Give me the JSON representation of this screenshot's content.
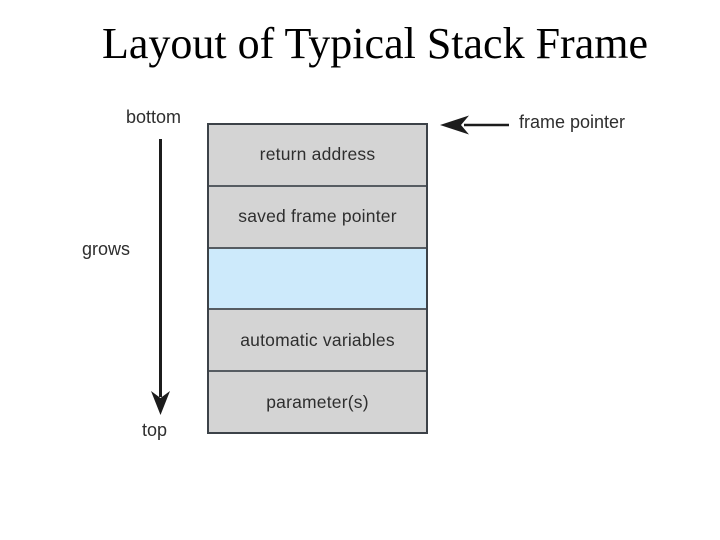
{
  "title": "Layout of Typical Stack Frame",
  "diagram": {
    "stack_rows": [
      {
        "label": "return address",
        "fill": "gray"
      },
      {
        "label": "saved frame pointer",
        "fill": "gray"
      },
      {
        "label": "",
        "fill": "blue"
      },
      {
        "label": "automatic variables",
        "fill": "gray"
      },
      {
        "label": "parameter(s)",
        "fill": "gray"
      }
    ],
    "labels": {
      "bottom": "bottom",
      "grows": "grows",
      "top": "top",
      "frame_pointer": "frame pointer"
    },
    "colors": {
      "background": "#ffffff",
      "title_text": "#000000",
      "text": "#2e2e2e",
      "cell_gray": "#d4d4d4",
      "cell_blue": "#cdeafb",
      "border": "#3c4248",
      "divider": "#565c62",
      "arrow": "#1c1c1c"
    }
  }
}
